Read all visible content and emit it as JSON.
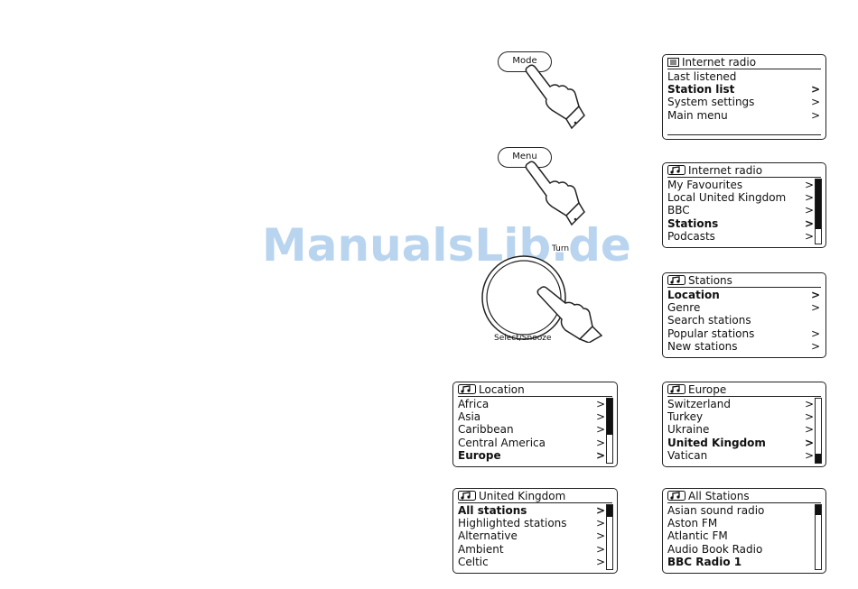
{
  "watermark": "ManualsLib.de",
  "buttons": {
    "mode": "Mode",
    "menu": "Menu"
  },
  "knob": {
    "turn": "Turn",
    "select": "Select/Snooze"
  },
  "screens": {
    "internet_radio_main": {
      "title": "Internet radio",
      "rows": [
        {
          "label": "Last listened",
          "arrow": "",
          "bold": false
        },
        {
          "label": "Station list",
          "arrow": ">",
          "bold": true
        },
        {
          "label": "System settings",
          "arrow": ">",
          "bold": false
        },
        {
          "label": "Main menu",
          "arrow": ">",
          "bold": false
        }
      ]
    },
    "internet_radio_list": {
      "title": "Internet radio",
      "rows": [
        {
          "label": "My Favourites",
          "arrow": ">",
          "bold": false
        },
        {
          "label": "Local United Kingdom",
          "arrow": ">",
          "bold": false
        },
        {
          "label": "BBC",
          "arrow": ">",
          "bold": false
        },
        {
          "label": "Stations",
          "arrow": ">",
          "bold": true
        },
        {
          "label": "Podcasts",
          "arrow": ">",
          "bold": false
        }
      ]
    },
    "stations": {
      "title": "Stations",
      "rows": [
        {
          "label": "Location",
          "arrow": ">",
          "bold": true
        },
        {
          "label": "Genre",
          "arrow": ">",
          "bold": false
        },
        {
          "label": "Search stations",
          "arrow": "",
          "bold": false
        },
        {
          "label": "Popular stations",
          "arrow": ">",
          "bold": false
        },
        {
          "label": "New stations",
          "arrow": ">",
          "bold": false
        }
      ]
    },
    "location": {
      "title": "Location",
      "rows": [
        {
          "label": "Africa",
          "arrow": ">",
          "bold": false
        },
        {
          "label": "Asia",
          "arrow": ">",
          "bold": false
        },
        {
          "label": "Caribbean",
          "arrow": ">",
          "bold": false
        },
        {
          "label": "Central America",
          "arrow": ">",
          "bold": false
        },
        {
          "label": "Europe",
          "arrow": ">",
          "bold": true
        }
      ]
    },
    "europe": {
      "title": "Europe",
      "rows": [
        {
          "label": "Switzerland",
          "arrow": ">",
          "bold": false
        },
        {
          "label": "Turkey",
          "arrow": ">",
          "bold": false
        },
        {
          "label": "Ukraine",
          "arrow": ">",
          "bold": false
        },
        {
          "label": "United Kingdom",
          "arrow": ">",
          "bold": true
        },
        {
          "label": "Vatican",
          "arrow": ">",
          "bold": false
        }
      ]
    },
    "united_kingdom": {
      "title": "United Kingdom",
      "rows": [
        {
          "label": "All stations",
          "arrow": ">",
          "bold": true
        },
        {
          "label": "Highlighted stations",
          "arrow": ">",
          "bold": false
        },
        {
          "label": "Alternative",
          "arrow": ">",
          "bold": false
        },
        {
          "label": "Ambient",
          "arrow": ">",
          "bold": false
        },
        {
          "label": "Celtic",
          "arrow": ">",
          "bold": false
        }
      ]
    },
    "all_stations": {
      "title": "All Stations",
      "rows": [
        {
          "label": "Asian sound radio",
          "arrow": "",
          "bold": false
        },
        {
          "label": "Aston FM",
          "arrow": "",
          "bold": false
        },
        {
          "label": "Atlantic FM",
          "arrow": "",
          "bold": false
        },
        {
          "label": "Audio Book Radio",
          "arrow": "",
          "bold": false
        },
        {
          "label": "BBC Radio 1",
          "arrow": "",
          "bold": true
        }
      ]
    }
  }
}
